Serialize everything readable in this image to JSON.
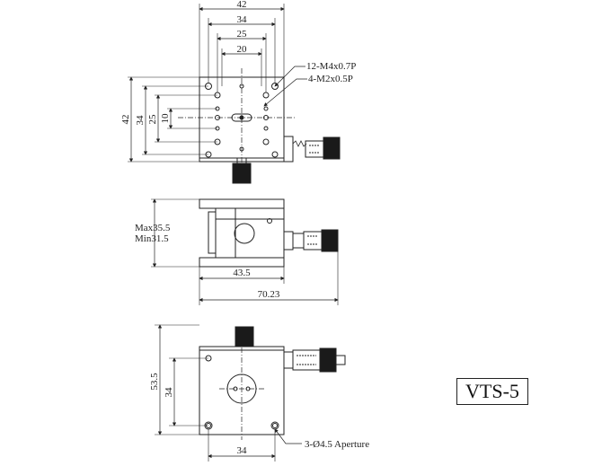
{
  "model": "VTS-5",
  "top_view": {
    "dim_width_outer": "42",
    "dim_width_34": "34",
    "dim_width_25": "25",
    "dim_width_20": "20",
    "dim_height_outer": "42",
    "dim_height_34": "34",
    "dim_height_25": "25",
    "dim_height_10": "10",
    "callout_threads_1": "12-M4x0.7P",
    "callout_threads_2": "4-M2x0.5P"
  },
  "side_view": {
    "height_max": "Max35.5",
    "height_min": "Min31.5",
    "dim_base_length": "43.5",
    "dim_total_length": "70.23"
  },
  "bottom_view": {
    "dim_height_outer": "53.5",
    "dim_height_34": "34",
    "dim_width_34": "34",
    "callout_aperture": "3-Ø4.5 Aperture"
  }
}
